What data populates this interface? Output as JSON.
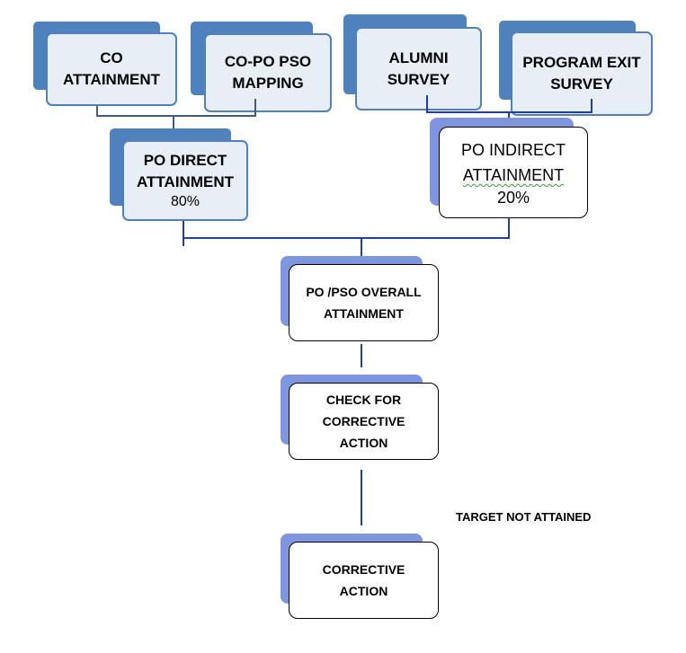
{
  "boxes": {
    "co_attainment": [
      "CO",
      "ATTAINMENT"
    ],
    "co_po_pso_mapping": [
      "CO-PO PSO",
      "MAPPING"
    ],
    "alumni_survey": [
      "ALUMNI",
      "SURVEY"
    ],
    "program_exit_survey": [
      "PROGRAM EXIT",
      "SURVEY"
    ],
    "po_direct": {
      "lines": [
        "PO DIRECT",
        "ATTAINMENT"
      ],
      "percent": "80%"
    },
    "po_indirect": {
      "lines": [
        "PO INDIRECT",
        "ATTAINMENT"
      ],
      "percent": "20%"
    },
    "overall": [
      "PO /PSO OVERALL",
      "ATTAINMENT"
    ],
    "check": [
      "CHECK FOR",
      "CORRECTIVE",
      "ACTION"
    ],
    "corrective": [
      "CORRECTIVE",
      "ACTION"
    ]
  },
  "annotation": "TARGET NOT ATTAINED",
  "colors": {
    "dark_blue": "#4f81bd",
    "light_blue": "#7f96de",
    "connector": "#1f3fa7"
  }
}
